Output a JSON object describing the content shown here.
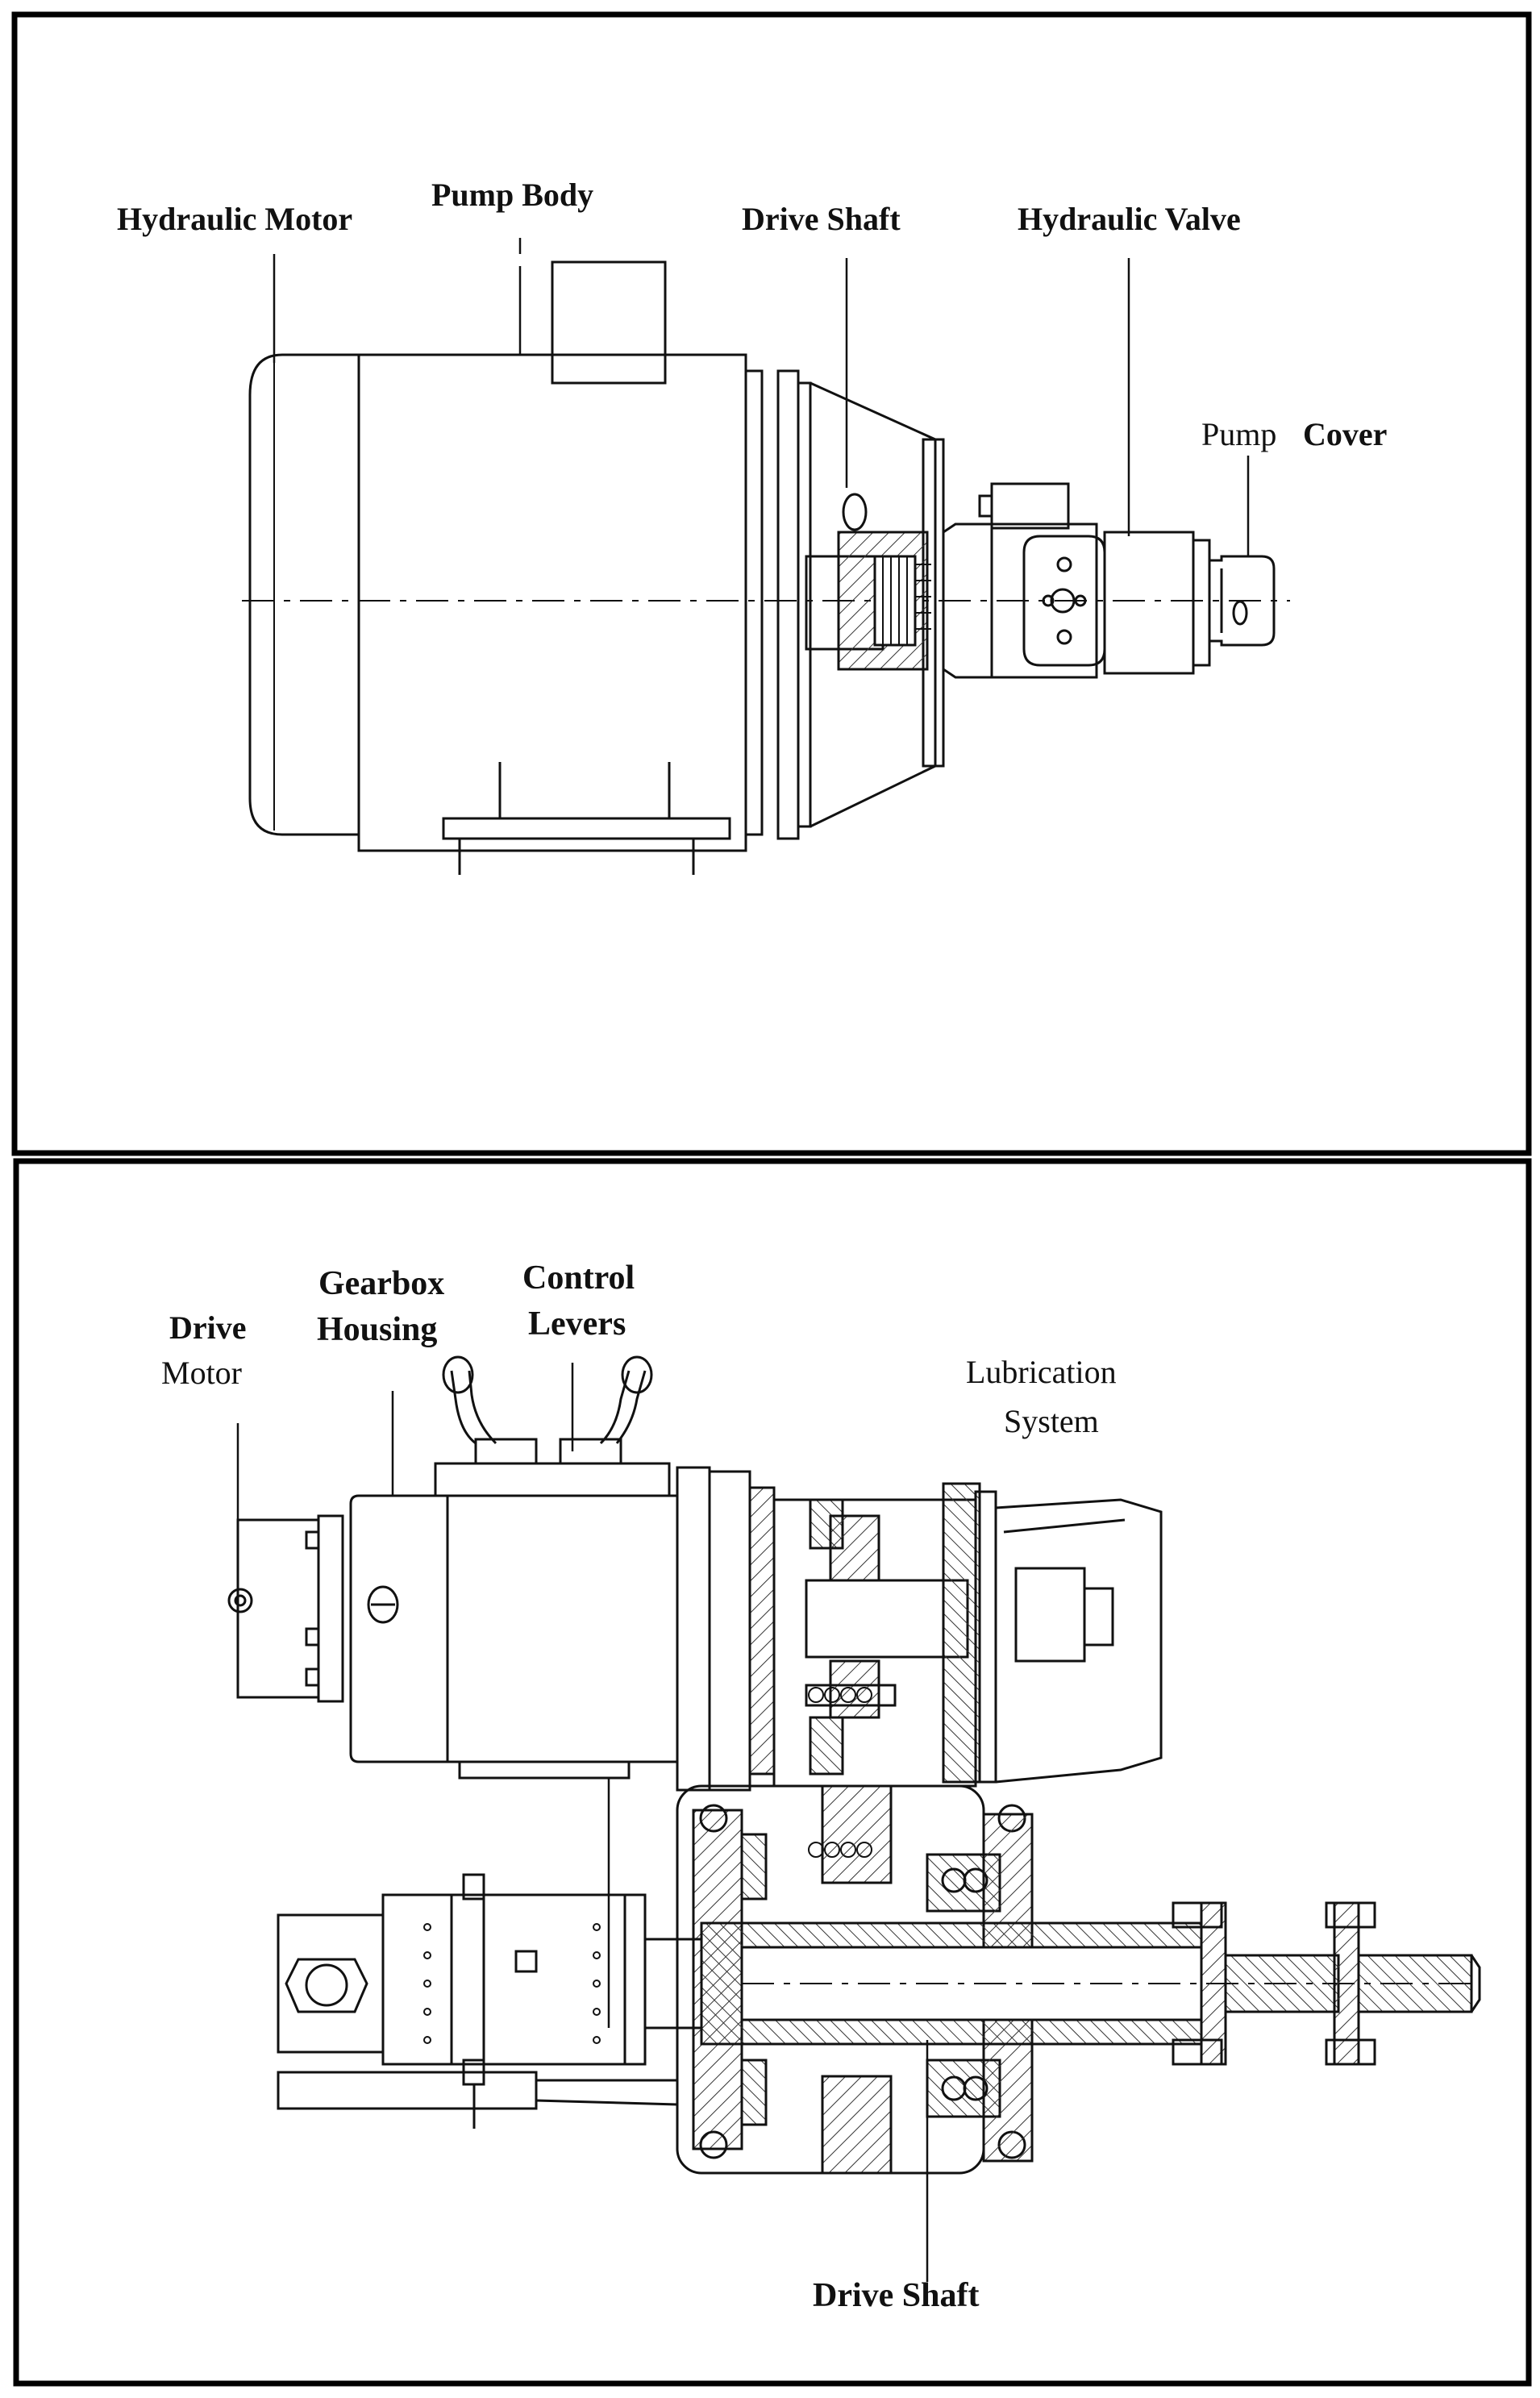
{
  "top_panel": {
    "labels": {
      "hydraulic_motor": "Hydraulic Motor",
      "pump_body": "Pump Body",
      "drive_shaft": "Drive Shaft",
      "hydraulic_valve": "Hydraulic Valve",
      "pump_cover_a": "Pump",
      "pump_cover_b": "Cover"
    }
  },
  "bottom_panel": {
    "labels": {
      "drive_motor_1": "Drive",
      "drive_motor_2": "Motor",
      "gearbox_housing_1": "Gearbox",
      "gearbox_housing_2": "Housing",
      "control_levers_1": "Control",
      "control_levers_2": "Levers",
      "lubrication_system_1": "Lubrication",
      "lubrication_system_2": "System",
      "drive_shaft": "Drive Shaft"
    }
  },
  "colors": {
    "line": "#111111",
    "background": "#ffffff",
    "frame": "#000000"
  }
}
